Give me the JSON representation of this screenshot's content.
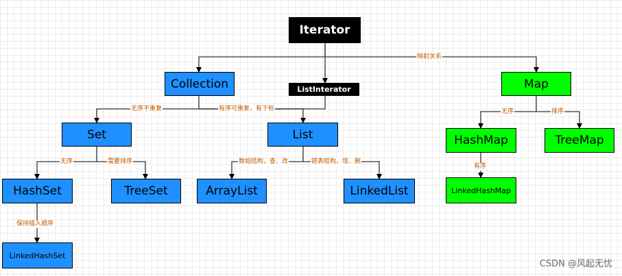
{
  "nodes": {
    "iterator": "Iterator",
    "collection": "Collection",
    "list_iterator": "ListInterator",
    "map": "Map",
    "set": "Set",
    "list": "List",
    "hashmap": "HashMap",
    "treemap": "TreeMap",
    "hashset": "HashSet",
    "treeset": "TreeSet",
    "arraylist": "ArrayList",
    "linkedlist": "LinkedList",
    "linkedhashmap": "LinkedHashMap",
    "linkedhashset": "LinkedHashSet"
  },
  "edge_labels": {
    "mapping": "映射关系",
    "unordered_unique": "无序不重复",
    "ordered_repeatable": "有序可重复，有下标",
    "map_unordered": "无序",
    "map_sorted": "排序",
    "hashmap_ordered": "有序",
    "set_unordered": "无序",
    "set_sorted": "需要排序",
    "array_structure": "数组结构，查、改",
    "linked_structure": "链表结构，增、删",
    "insertion_order": "保持插入顺序"
  },
  "watermark": "CSDN @风起无忧",
  "colors": {
    "collection_family": "#1e90ff",
    "map_family": "#00ff00",
    "iterator": "#000000",
    "label_text": "#c05a00"
  }
}
